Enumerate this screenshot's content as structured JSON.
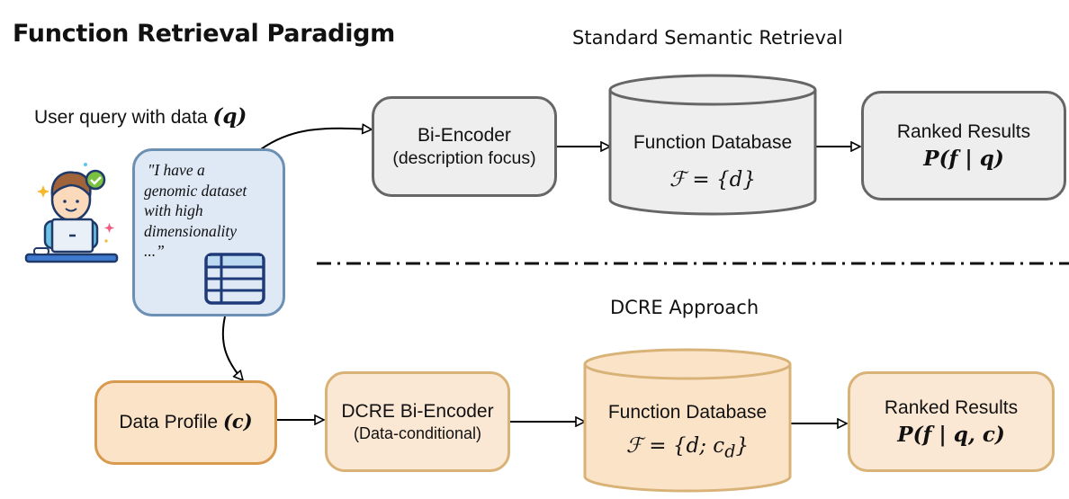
{
  "title": "Function Retrieval Paradigm",
  "standard": {
    "section_title": "Standard Semantic Retrieval",
    "encoder": {
      "title": "Bi-Encoder",
      "subtitle": "(description focus)"
    },
    "database": {
      "title": "Function Database",
      "formula": "ℱ = {d}"
    },
    "results": {
      "title": "Ranked Results",
      "formula": "P(f | q)"
    }
  },
  "user": {
    "label": "User query with data",
    "symbol": "(q)",
    "icon": "person-at-laptop-icon",
    "query_lines": [
      "\"I have a",
      "genomic dataset",
      "with high",
      "dimensionality",
      "...”"
    ],
    "table_icon": "table-icon"
  },
  "dcre": {
    "section_title": "DCRE Approach",
    "profile": {
      "title": "Data Profile",
      "symbol": "(c)"
    },
    "encoder": {
      "title": "DCRE Bi-Encoder",
      "subtitle": "(Data-conditional)"
    },
    "database": {
      "title": "Function Database",
      "formula": "ℱ = {d; c_d}"
    },
    "results": {
      "title": "Ranked Results",
      "formula": "P(f | q, c)"
    }
  },
  "colors": {
    "grey_fill": "#eeeeee",
    "grey_stroke": "#666666",
    "query_fill": "#dfe9f6",
    "query_stroke": "#6c8fb4",
    "orange_fill": "#fbe3c8",
    "orange_stroke": "#d89a4e",
    "orange_soft_fill": "#fbe8d4",
    "orange_soft_stroke": "#d8b277"
  }
}
